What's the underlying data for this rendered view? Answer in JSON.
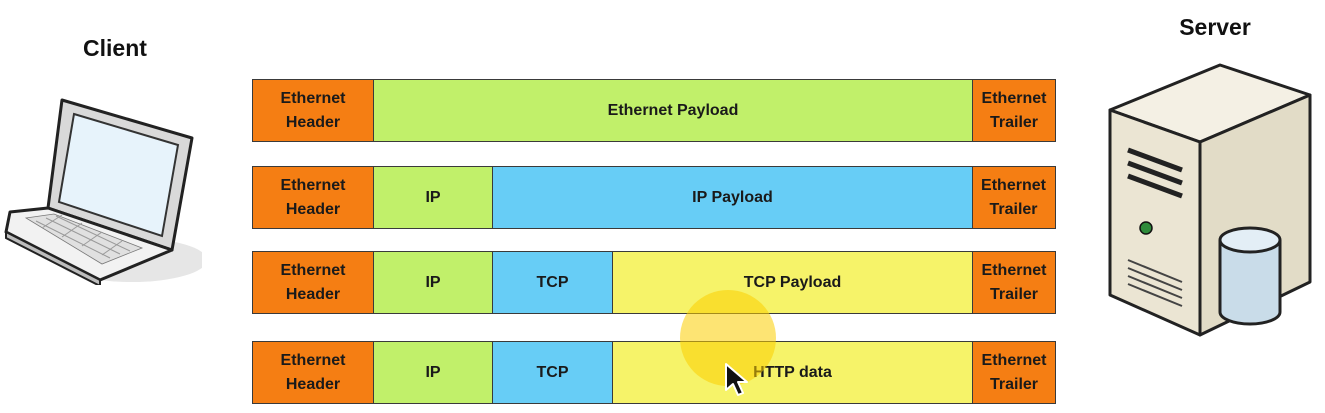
{
  "labels": {
    "client": "Client",
    "server": "Server"
  },
  "colors": {
    "ethernet": "#f57e13",
    "ip": "#c1f06a",
    "tcp": "#67cdf6",
    "payload": "#f6f369"
  },
  "rows": [
    {
      "cells": [
        {
          "text": "Ethernet\nHeader",
          "color": "orange"
        },
        {
          "text": "Ethernet Payload",
          "color": "green"
        },
        {
          "text": "Ethernet\nTrailer",
          "color": "orange"
        }
      ]
    },
    {
      "cells": [
        {
          "text": "Ethernet\nHeader",
          "color": "orange"
        },
        {
          "text": "IP",
          "color": "green"
        },
        {
          "text": "IP Payload",
          "color": "blue"
        },
        {
          "text": "Ethernet\nTrailer",
          "color": "orange"
        }
      ]
    },
    {
      "cells": [
        {
          "text": "Ethernet\nHeader",
          "color": "orange"
        },
        {
          "text": "IP",
          "color": "green"
        },
        {
          "text": "TCP",
          "color": "blue"
        },
        {
          "text": "TCP Payload",
          "color": "yellow"
        },
        {
          "text": "Ethernet\nTrailer",
          "color": "orange"
        }
      ]
    },
    {
      "cells": [
        {
          "text": "Ethernet\nHeader",
          "color": "orange"
        },
        {
          "text": "IP",
          "color": "green"
        },
        {
          "text": "TCP",
          "color": "blue"
        },
        {
          "text": "HTTP data",
          "color": "yellow"
        },
        {
          "text": "Ethernet\nTrailer",
          "color": "orange"
        }
      ]
    }
  ]
}
